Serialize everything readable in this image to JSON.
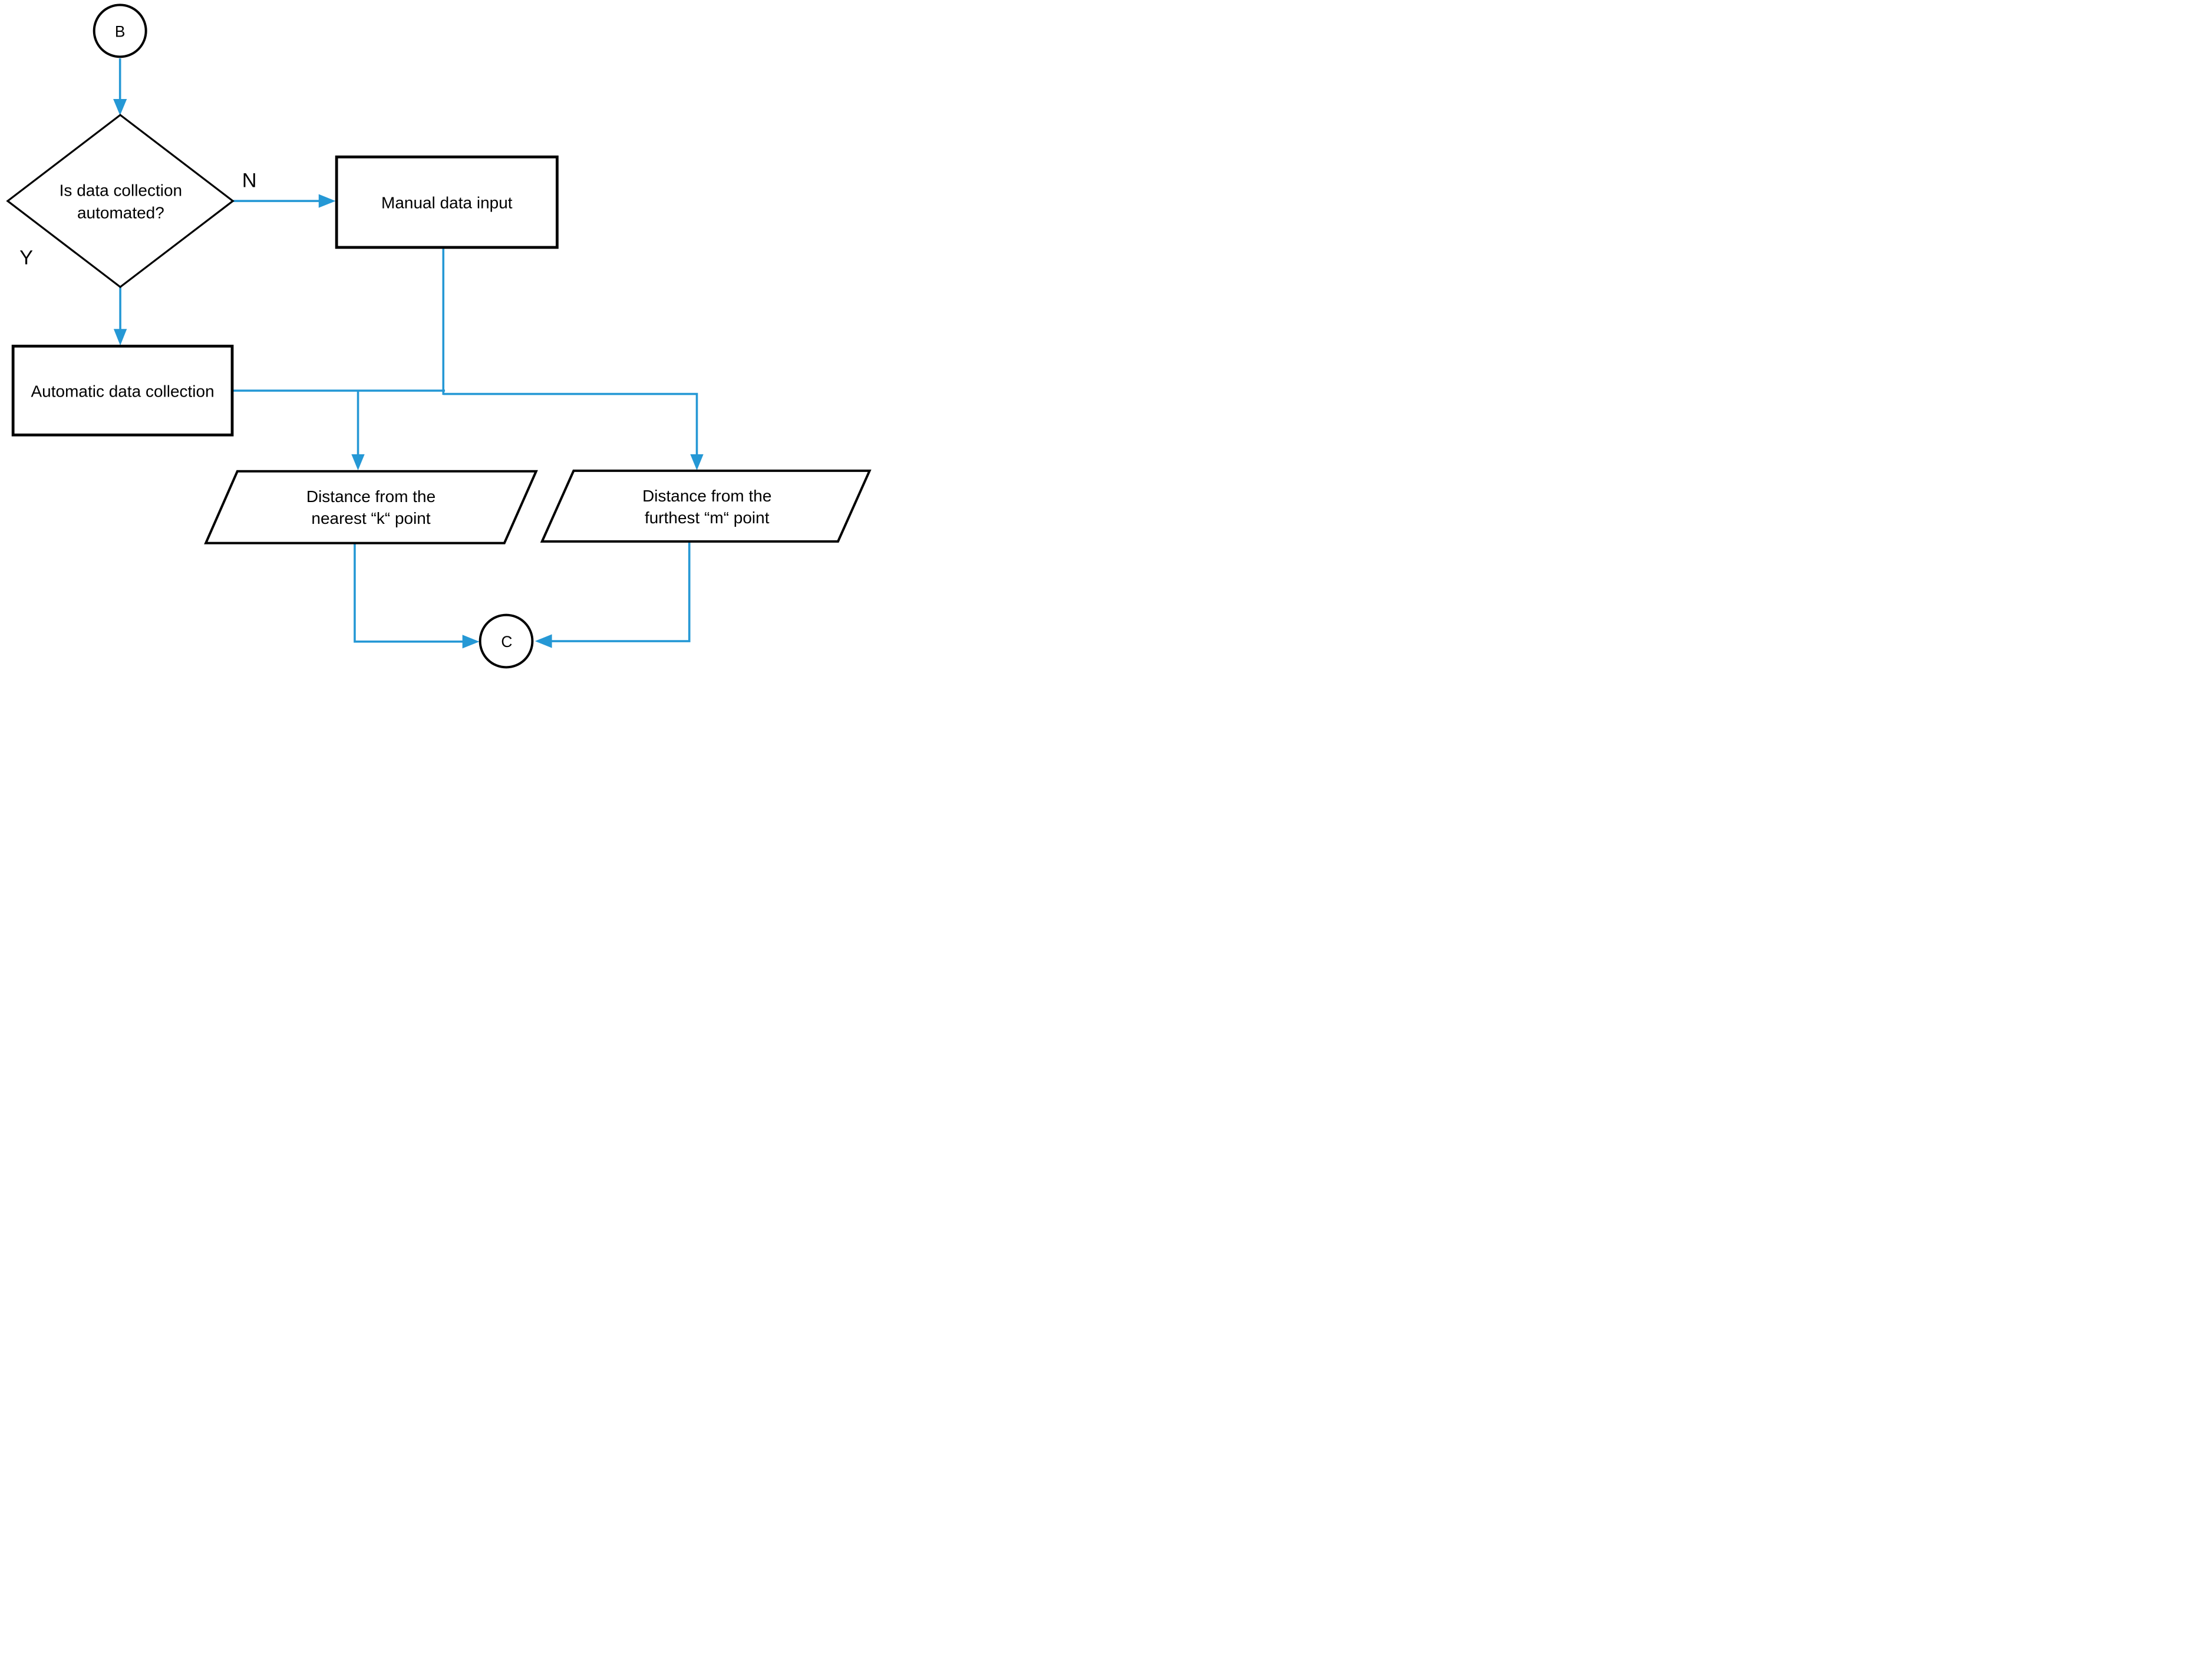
{
  "diagram": {
    "type": "flowchart",
    "colors": {
      "connector": "#2598d5",
      "shape_stroke": "#000000",
      "text": "#000000",
      "background": "#ffffff"
    },
    "nodes": {
      "connector_b": {
        "shape": "circle",
        "label": "B"
      },
      "decision_automated": {
        "shape": "diamond",
        "label": "Is data collection automated?",
        "label_lines": [
          "Is data collection",
          "automated?"
        ]
      },
      "manual_input": {
        "shape": "rectangle",
        "label": "Manual data input"
      },
      "automatic_collection": {
        "shape": "rectangle",
        "label": "Automatic data collection"
      },
      "distance_nearest_k": {
        "shape": "parallelogram",
        "label": "Distance from the nearest “k“ point",
        "label_lines": [
          "Distance from the",
          "nearest “k“ point"
        ]
      },
      "distance_furthest_m": {
        "shape": "parallelogram",
        "label": "Distance from the furthest “m“ point",
        "label_lines": [
          "Distance from the",
          "furthest “m“ point"
        ]
      },
      "connector_c": {
        "shape": "circle",
        "label": "C"
      }
    },
    "edges": {
      "decision_no_label": "N",
      "decision_yes_label": "Y"
    }
  }
}
